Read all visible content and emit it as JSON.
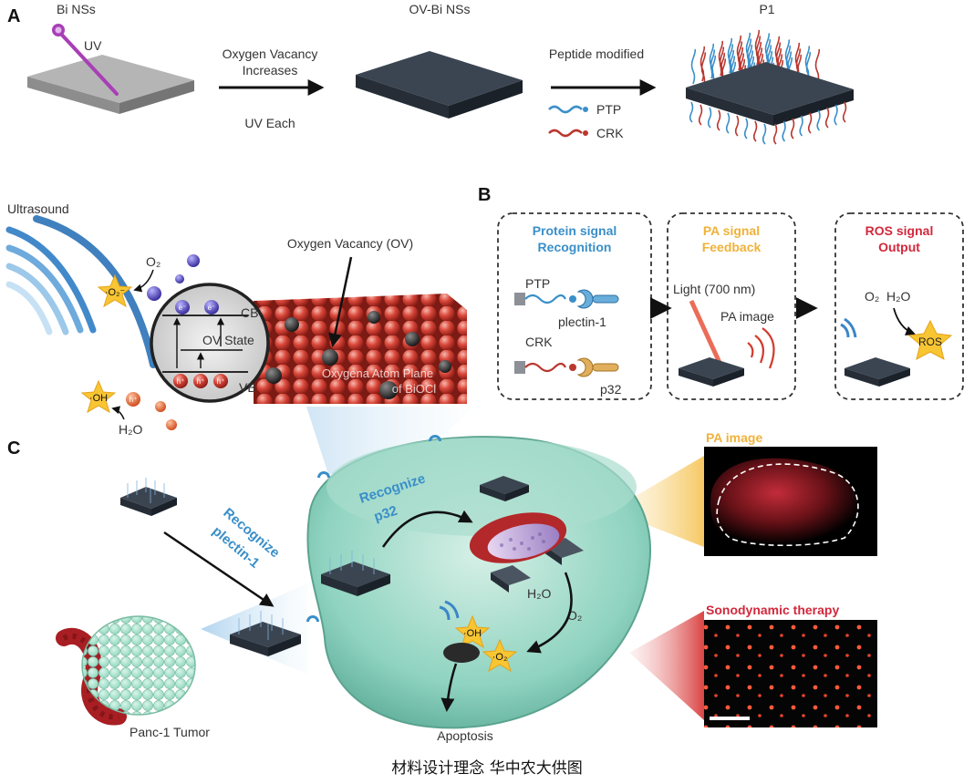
{
  "panels": {
    "a": {
      "letter": "A",
      "bi_nss": "Bi NSs",
      "uv": "UV",
      "ov_bi_nss": "OV-Bi NSs",
      "p1": "P1",
      "arrow1_line1": "Oxygen Vacancy",
      "arrow1_line2": "Increases",
      "arrow1_below": "UV Each",
      "arrow2_label": "Peptide modified",
      "legend_ptp": "PTP",
      "legend_crk": "CRK",
      "ultrasound": "Ultrasound",
      "o2": "O₂",
      "superoxide": "·O₂⁻",
      "electron": "e⁻",
      "hole": "h⁺",
      "cb": "CB",
      "ov_state": "OV State",
      "vb": "VB",
      "ov_label": "Oxygen Vacancy (OV)",
      "plane_line1": "Oxygena Atom Plane",
      "plane_line2": "of BiOCl",
      "hydroxyl": "·OH",
      "water": "H₂O"
    },
    "b": {
      "letter": "B",
      "box1_line1": "Protein signal",
      "box1_line2": "Recognition",
      "ptp": "PTP",
      "plectin": "plectin-1",
      "crk": "CRK",
      "p32": "p32",
      "box2_line1": "PA signal",
      "box2_line2": "Feedback",
      "light": "Light (700 nm)",
      "pa_image": "PA image",
      "box3_line1": "ROS signal",
      "box3_line2": "Output",
      "o2": "O₂",
      "h2o": "H₂O",
      "ros": "ROS"
    },
    "c": {
      "letter": "C",
      "recognize_plectin_1": "Recognize",
      "recognize_plectin_2": "plectin-1",
      "recognize_p32_1": "Recognize",
      "recognize_p32_2": "p32",
      "h2o": "H₂O",
      "o2": "O₂",
      "hydroxyl": "·OH",
      "superoxide": "·O₂",
      "tumor": "Panc-1 Tumor",
      "apoptosis": "Apoptosis",
      "pa_image_title": "PA image",
      "sdt_title": "Sonodynamic therapy"
    }
  },
  "caption": "材料设计理念  华中农大供图",
  "colors": {
    "blue_text": "#3a8fc9",
    "orange_text": "#f0b23a",
    "red_text": "#d2283c",
    "cell": "#8fd3c0",
    "sheet_dark": "#2d3540",
    "sheet_grey": "#a6a6a6"
  }
}
